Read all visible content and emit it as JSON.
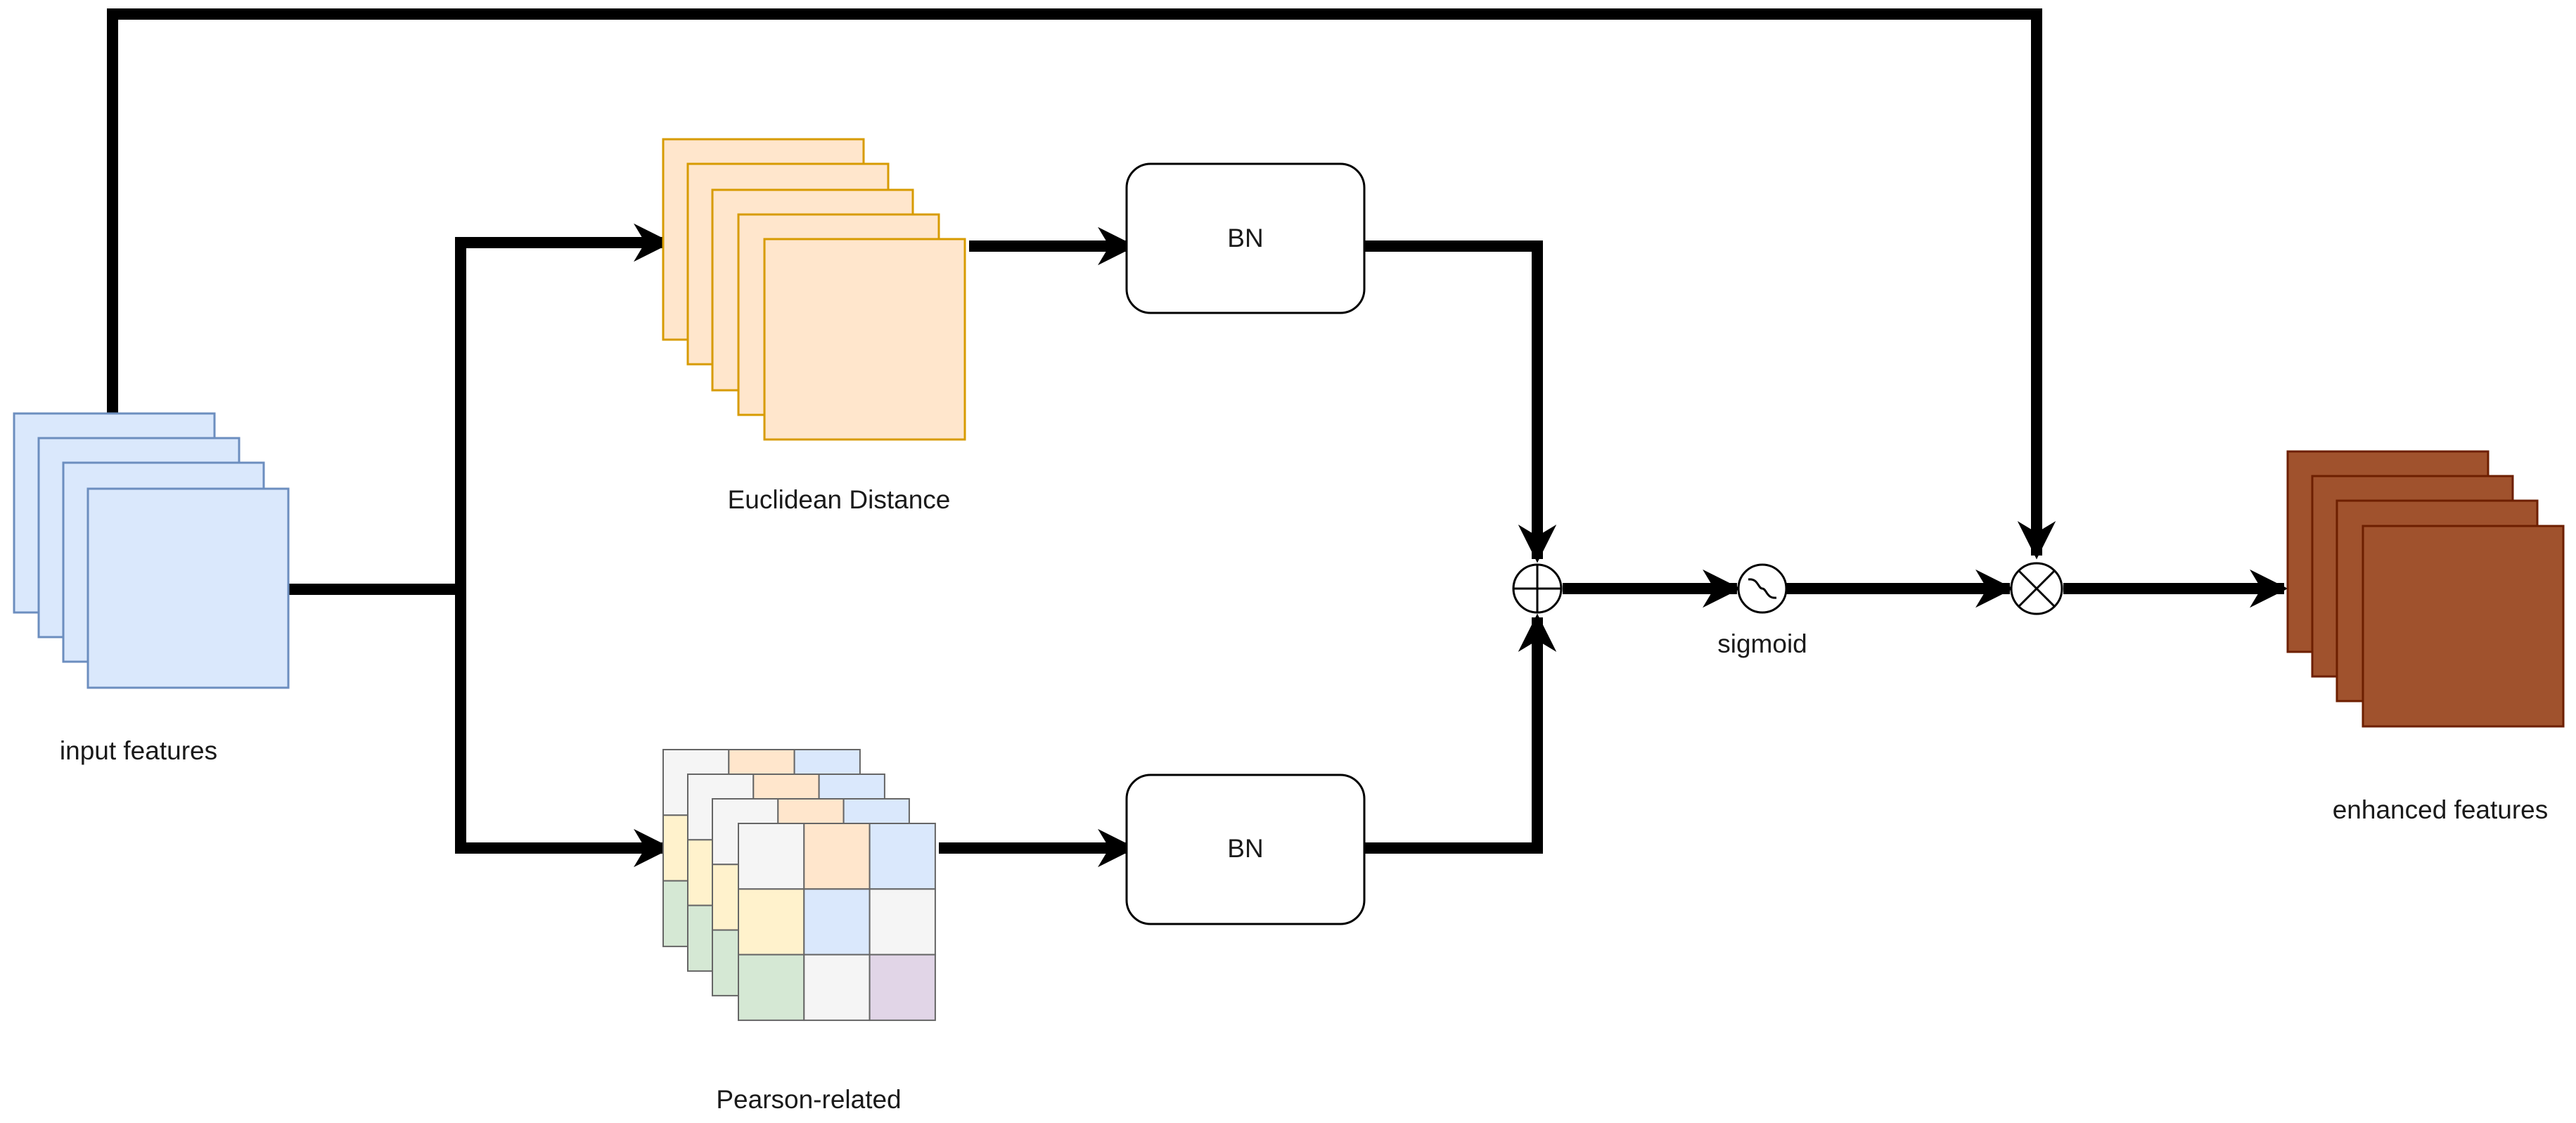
{
  "labels": {
    "input": "input features",
    "euclid": "Euclidean Distance",
    "pearson": "Pearson-related",
    "bn_top": "BN",
    "bn_bottom": "BN",
    "sigmoid": "sigmoid",
    "enhanced": "enhanced features"
  },
  "colors": {
    "input_fill": "#dae8fc",
    "input_stroke": "#6c8ebf",
    "euclid_fill": "#ffe6cc",
    "euclid_stroke": "#d79b00",
    "enhanced_fill": "#a0522d",
    "enhanced_stroke": "#6d1f00",
    "grid_gray": "#f5f5f5",
    "grid_orange": "#ffe6cc",
    "grid_blue": "#dae8fc",
    "grid_yellow": "#fff2cc",
    "grid_green": "#d5e8d4",
    "grid_purple": "#e1d5e7",
    "line": "#000000"
  },
  "operators": {
    "add": "circled-plus-icon",
    "multiply": "circled-times-icon",
    "sigmoid": "sigmoid-icon"
  }
}
